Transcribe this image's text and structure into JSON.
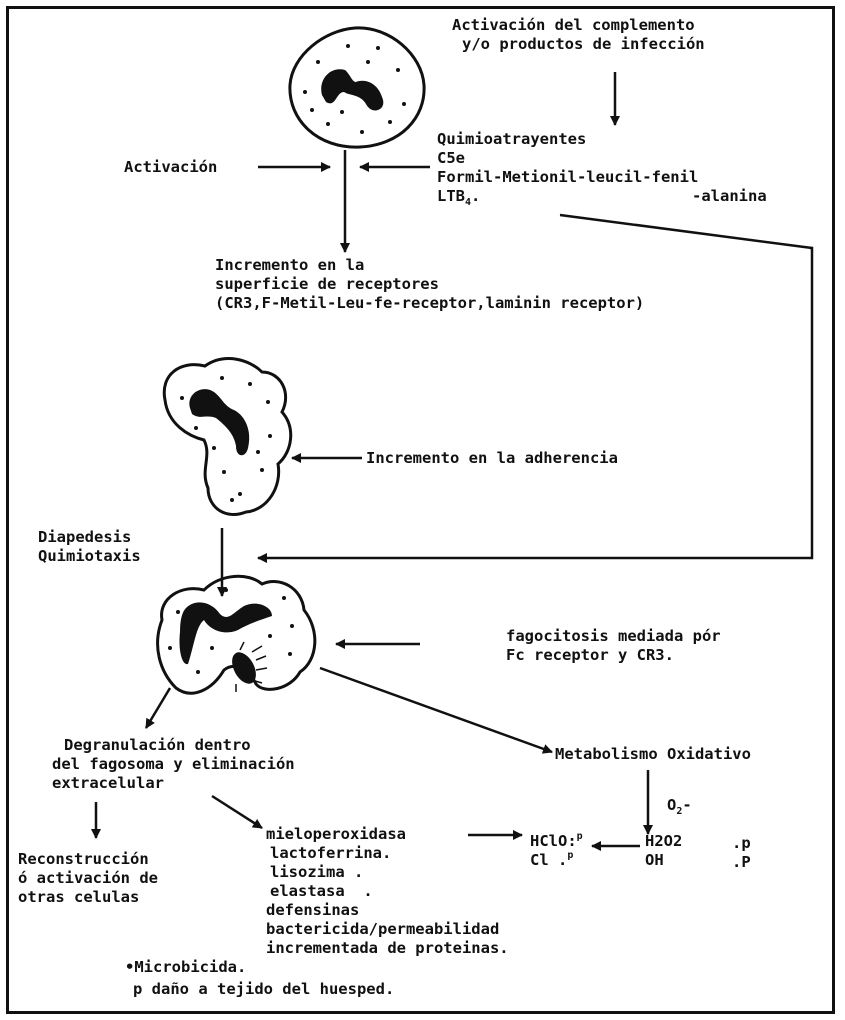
{
  "colors": {
    "ink": "#111111",
    "background": "#ffffff"
  },
  "icons": [
    "neutrophil-resting-icon",
    "neutrophil-adherent-icon",
    "neutrophil-phagocytic-icon"
  ],
  "labels": {
    "complement_line1": "Activación del complemento",
    "complement_line2": "y/o productos de infección",
    "chemo_title": "Quimioatrayentes",
    "chemo_c5e": "C5e",
    "chemo_fmlp": "Formil-Metionil-leucil-fenil",
    "chemo_ltb": "LTB",
    "chemo_ltb_sub": "4",
    "chemo_ltb_dot": ".",
    "chemo_alanina": "-alanina",
    "activacion": "Activación",
    "receptors_line1": "Incremento en la",
    "receptors_line2": "superficie de receptores",
    "receptors_line3": "(CR3,F-Metil-Leu-fe-receptor,laminin receptor)",
    "adherence": "Incremento en la adherencia",
    "diapedesis": "Diapedesis",
    "quimiotaxis": "Quimiotaxis",
    "phago_line1": "fagocitosis mediada pór",
    "phago_line2": "Fc receptor y CR3.",
    "degran_line1": "Degranulación dentro",
    "degran_line2": "del fagosoma y eliminación",
    "degran_line3": "extracelular",
    "oxidative": "Metabolismo Oxidativo",
    "o2": "O",
    "o2_sub": "2",
    "o2_charge": "-",
    "recon_line1": "Reconstrucción",
    "recon_line2": "ó activación de",
    "recon_line3": "otras celulas",
    "granules": [
      "mieloperoxidasa",
      "lactoferrina.",
      "lisozima .",
      "elastasa  .",
      "defensinas",
      "bactericida/permeabilidad",
      "incrementada de proteinas."
    ],
    "hclo": "HClO:",
    "hclo_sup": "p",
    "cl": "Cl .",
    "cl_sup": "p",
    "h2o2": "H2O2",
    "h2o2_mark": ".p",
    "oh": "OH",
    "oh_mark": ".P",
    "legend_microbicida": "•Microbicida.",
    "legend_dano": "p daño a tejido del huesped."
  }
}
